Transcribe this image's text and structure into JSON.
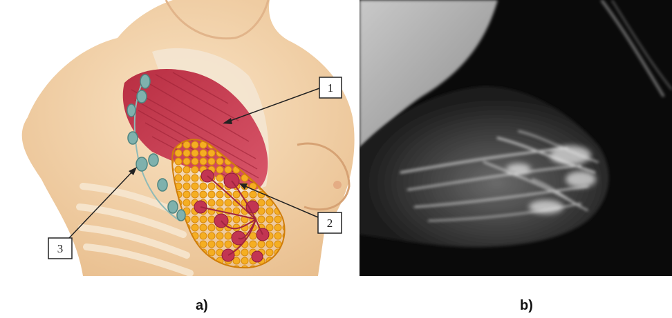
{
  "figure": {
    "panel_a": {
      "caption": "a)",
      "callouts": [
        {
          "label": "1"
        },
        {
          "label": "2"
        },
        {
          "label": "3"
        }
      ]
    },
    "panel_b": {
      "caption": "b)"
    }
  },
  "colors": {
    "skin": "#f3d3a8",
    "skin_shadow": "#e2b385",
    "muscle": "#c9394d",
    "gland": "#f2a51a",
    "lobule": "#c03050",
    "lymph_node": "#7fb1ad",
    "xray_background": "#0a0a0a"
  }
}
